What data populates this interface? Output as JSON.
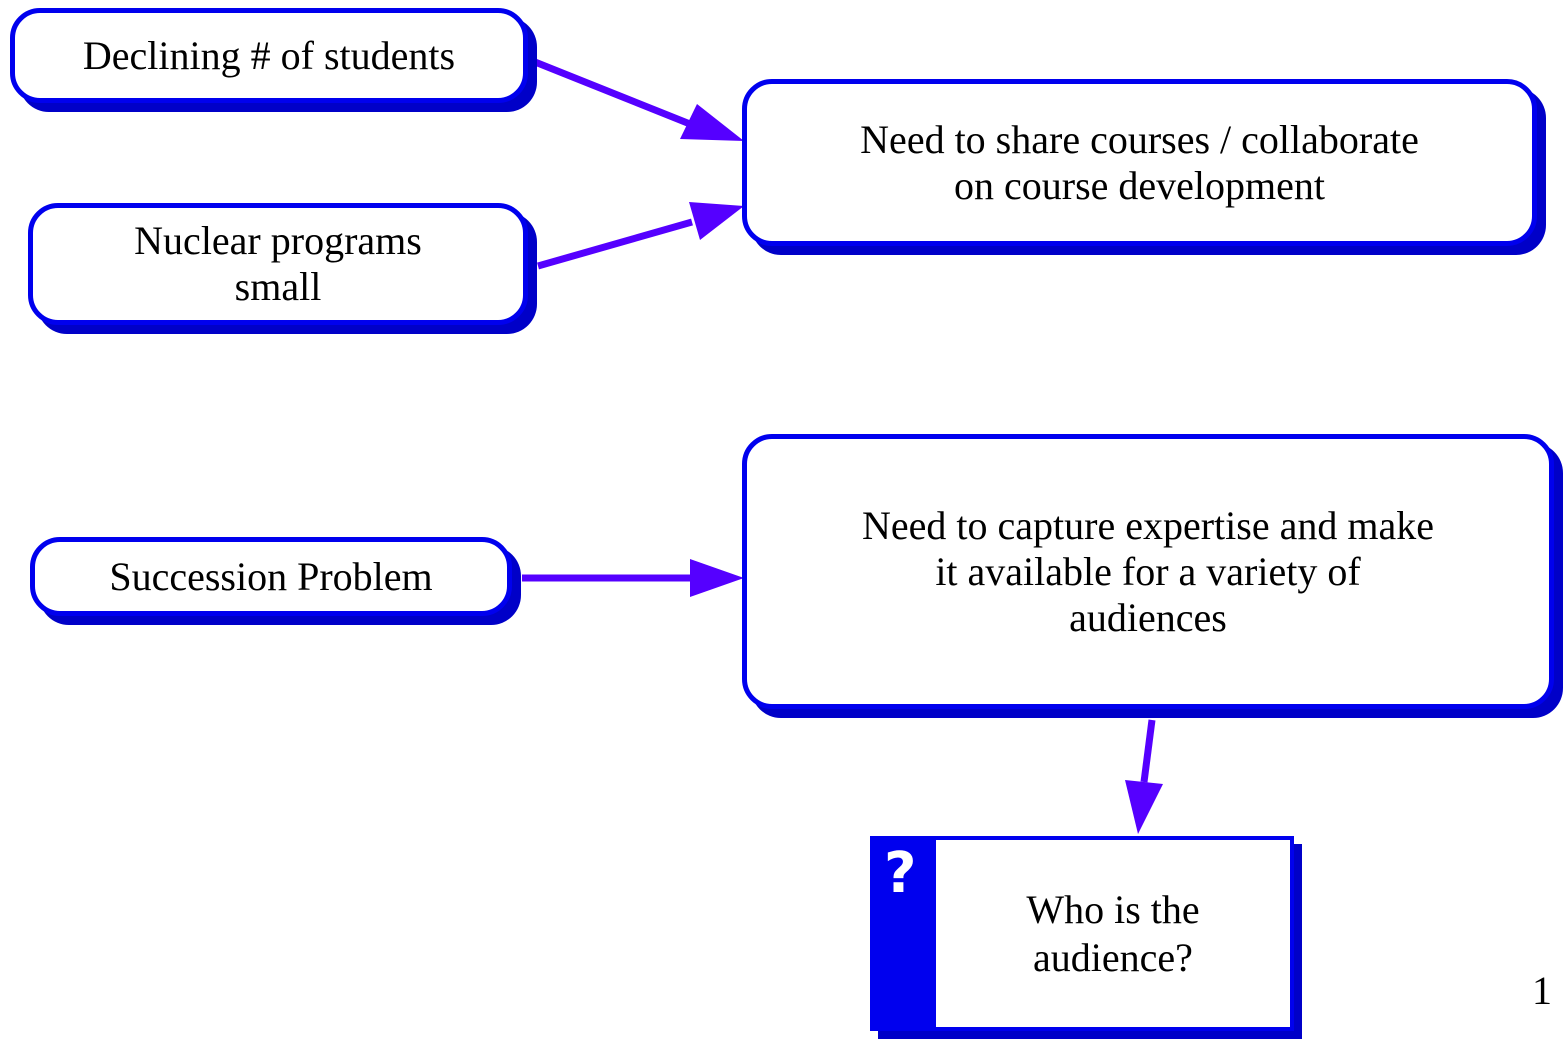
{
  "colors": {
    "border": "#0000ee",
    "shadow": "#0000c8",
    "arrow": "#5500ff"
  },
  "nodes": {
    "declining": {
      "lines": [
        "Declining # of students"
      ]
    },
    "nuclear": {
      "lines": [
        "Nuclear programs",
        "small"
      ]
    },
    "share": {
      "lines": [
        "Need to share courses / collaborate",
        "on course development"
      ]
    },
    "succession": {
      "lines": [
        "Succession Problem"
      ]
    },
    "capture": {
      "lines": [
        "Need to capture expertise and make",
        "it available for a variety of",
        "audiences"
      ]
    },
    "audience": {
      "icon": "?",
      "lines": [
        "Who is the",
        "audience?"
      ]
    }
  },
  "edges": [
    {
      "from": "declining",
      "to": "share"
    },
    {
      "from": "nuclear",
      "to": "share"
    },
    {
      "from": "succession",
      "to": "capture"
    },
    {
      "from": "capture",
      "to": "audience"
    }
  ],
  "page_number": "1"
}
